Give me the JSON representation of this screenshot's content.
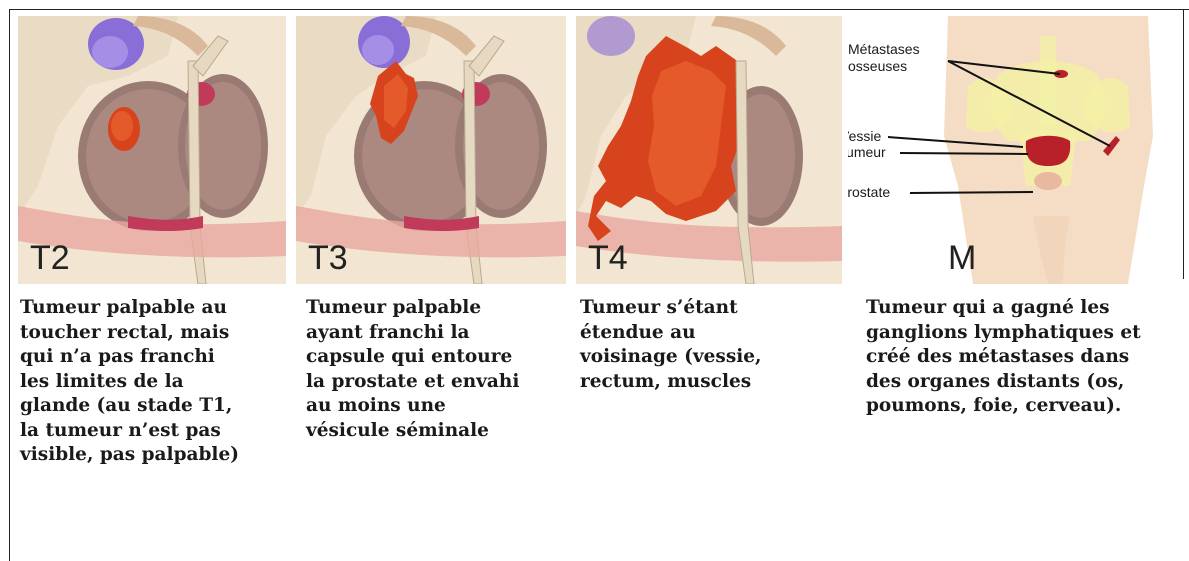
{
  "panels": [
    {
      "stage": "T2",
      "description": "Tumeur palpable au\ntoucher rectal, mais\nqui n’a pas franchi\nles limites de la\nglande (au stade T1,\nla tumeur n’est pas\nvisible, pas palpable)"
    },
    {
      "stage": "T3",
      "description": "Tumeur palpable\nayant franchi la\ncapsule qui entoure\nla prostate et envahi\nau moins une\nvésicule séminale"
    },
    {
      "stage": "T4",
      "description": "Tumeur s’étant\nétendue au\nvoisinage (vessie,\nrectum, muscles"
    },
    {
      "stage": "M",
      "description": "Tumeur qui a gagné les\nganglions lymphatiques et\ncréé des métastases dans\ndes organes distants (os,\npoumons, foie, cerveau).",
      "callouts": {
        "metastases": "Métastases\nosseuses",
        "vessie": "Vessie",
        "tumeur": "Tumeur",
        "prostate": "Prostate"
      }
    }
  ],
  "colors": {
    "tumor": "#d6431c",
    "prostate": "#9a7b74",
    "bladder_wall": "#d9b99a",
    "seminal_vesicle": "#8a6ed8",
    "background": "#f4ead8"
  }
}
